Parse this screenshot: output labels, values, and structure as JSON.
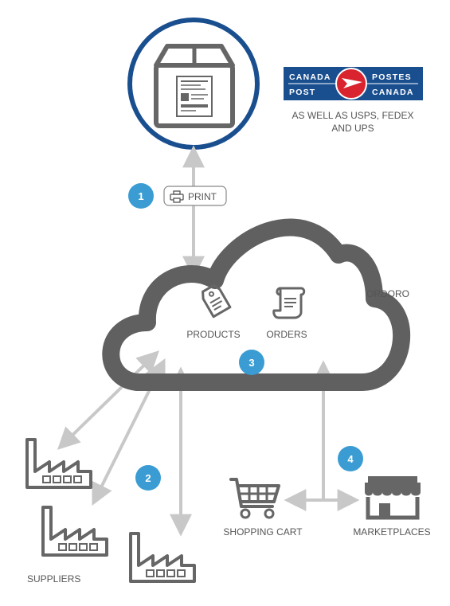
{
  "carrier_logo": {
    "line1_left": "CANADA",
    "line1_right": "POSTES",
    "line2_left": "POST",
    "line2_right": "CANADA",
    "color": "#1a4f8f",
    "emblem_color": "#d9232e"
  },
  "carriers_note": {
    "line1": "AS WELL AS USPS, FEDEX",
    "line2": "AND UPS"
  },
  "steps": {
    "step1": "1",
    "step2": "2",
    "step3": "3",
    "step4": "4"
  },
  "print_button": {
    "label": "PRINT"
  },
  "cloud": {
    "label": "ORDORO"
  },
  "products": {
    "label": "PRODUCTS"
  },
  "orders": {
    "label": "ORDERS"
  },
  "shopping_cart": {
    "label": "SHOPPING CART"
  },
  "marketplaces": {
    "label": "MARKETPLACES"
  },
  "suppliers": {
    "label": "SUPPLIERS"
  },
  "colors": {
    "badge": "#3a9cd3",
    "circle_border": "#1a4f8f",
    "cloud": "#606060",
    "arrow": "#c8c8c8",
    "icon": "#666666"
  },
  "icons": [
    "package-icon",
    "printer-icon",
    "price-tag-icon",
    "receipt-scroll-icon",
    "shopping-cart-icon",
    "storefront-icon",
    "factory-icon"
  ]
}
